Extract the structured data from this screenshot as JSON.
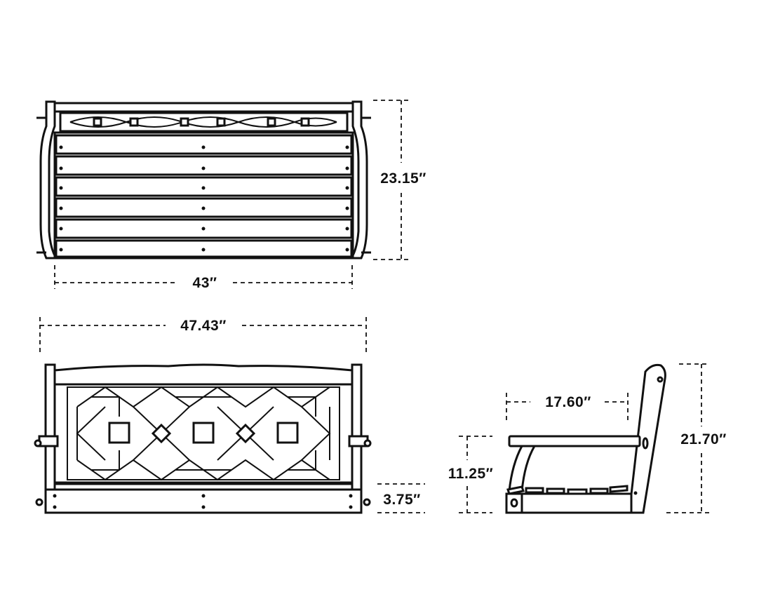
{
  "dimensions": {
    "top_height": "23.15″",
    "top_width": "43″",
    "front_overall_width": "47.43″",
    "front_seat_thickness": "3.75″",
    "side_seat_depth": "17.60″",
    "side_seat_height": "11.25″",
    "side_overall_height": "21.70″"
  },
  "colors": {
    "line": "#111111",
    "background": "#ffffff"
  }
}
